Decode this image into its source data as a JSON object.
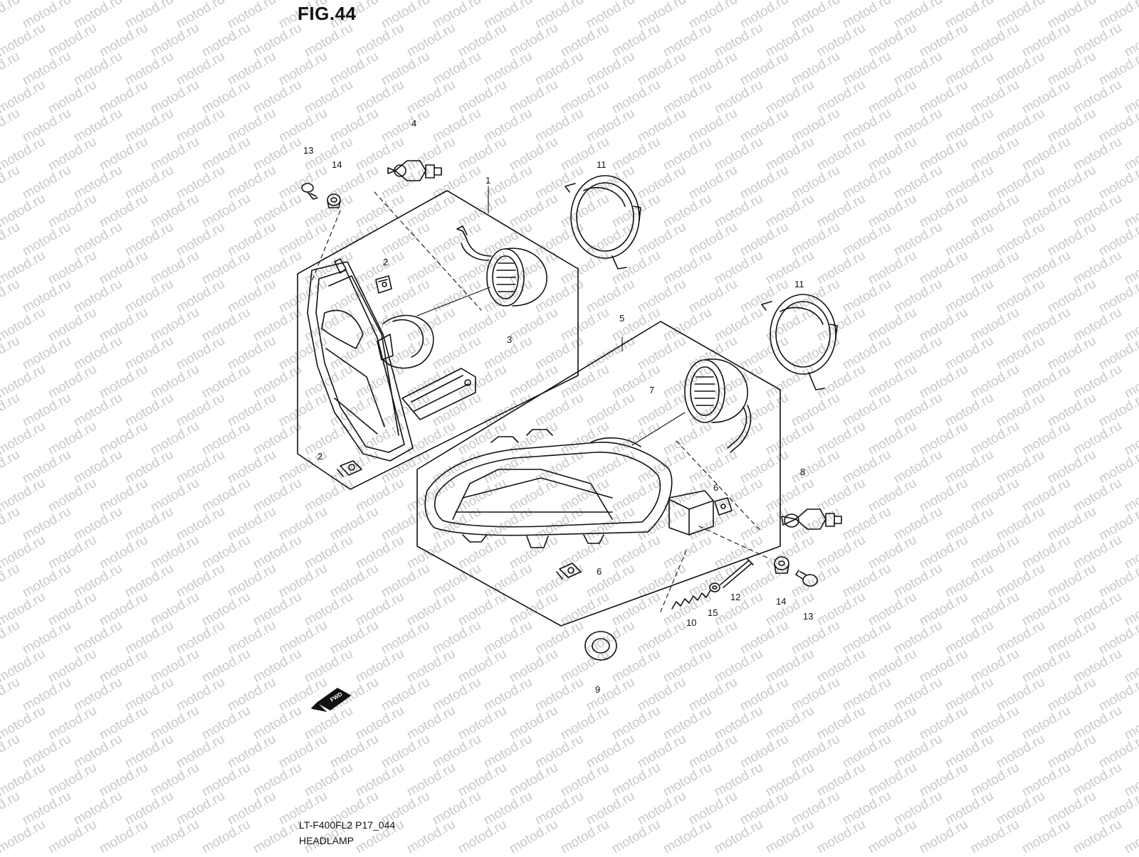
{
  "figure": {
    "title": "FIG.44"
  },
  "footer": {
    "model_code": "LT-F400FL2 P17_044",
    "section_name": "HEADLAMP"
  },
  "watermark": {
    "text": "motod.ru",
    "color": "#c8c8c8"
  },
  "fwd_marker": {
    "label": "FWD",
    "icon": "fwd-arrow-icon"
  },
  "callouts": {
    "c1": "1",
    "c2a": "2",
    "c2b": "2",
    "c3": "3",
    "c4": "4",
    "c5": "5",
    "c6a": "6",
    "c6b": "6",
    "c7": "7",
    "c8": "8",
    "c9": "9",
    "c10": "10",
    "c11a": "11",
    "c11b": "11",
    "c12": "12",
    "c13a": "13",
    "c13b": "13",
    "c14a": "14",
    "c14b": "14",
    "c15": "15"
  }
}
